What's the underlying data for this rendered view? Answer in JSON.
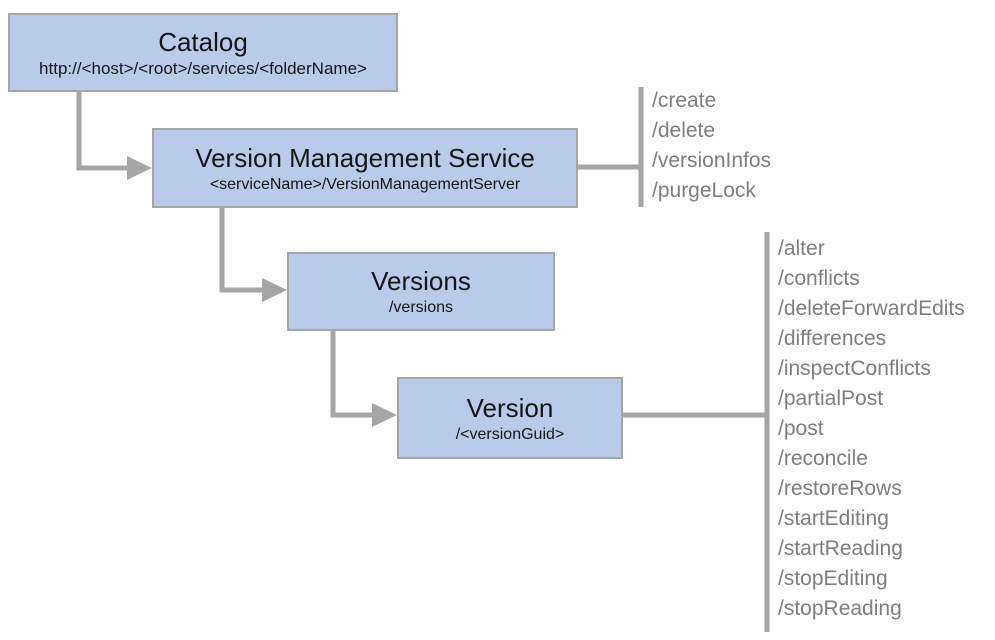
{
  "colors": {
    "node_fill": "#b9cbe8",
    "node_border": "#a6a6a6",
    "connector": "#a6a6a6",
    "node_text": "#161616",
    "operation_text": "#7e7e7e",
    "background": "#ffffff"
  },
  "nodes": {
    "catalog": {
      "title": "Catalog",
      "subtitle": "http://<host>/<root>/services/<folderName>"
    },
    "version_management_service": {
      "title": "Version Management Service",
      "subtitle": "<serviceName>/VersionManagementServer"
    },
    "versions": {
      "title": "Versions",
      "subtitle": "/versions"
    },
    "version": {
      "title": "Version",
      "subtitle": "/<versionGuid>"
    }
  },
  "operation_lists": {
    "version_management_service": [
      "/create",
      "/delete",
      "/versionInfos",
      "/purgeLock"
    ],
    "version": [
      "/alter",
      "/conflicts",
      "/deleteForwardEdits",
      "/differences",
      "/inspectConflicts",
      "/partialPost",
      "/post",
      "/reconcile",
      "/restoreRows",
      "/startEditing",
      "/startReading",
      "/stopEditing",
      "/stopReading"
    ]
  }
}
